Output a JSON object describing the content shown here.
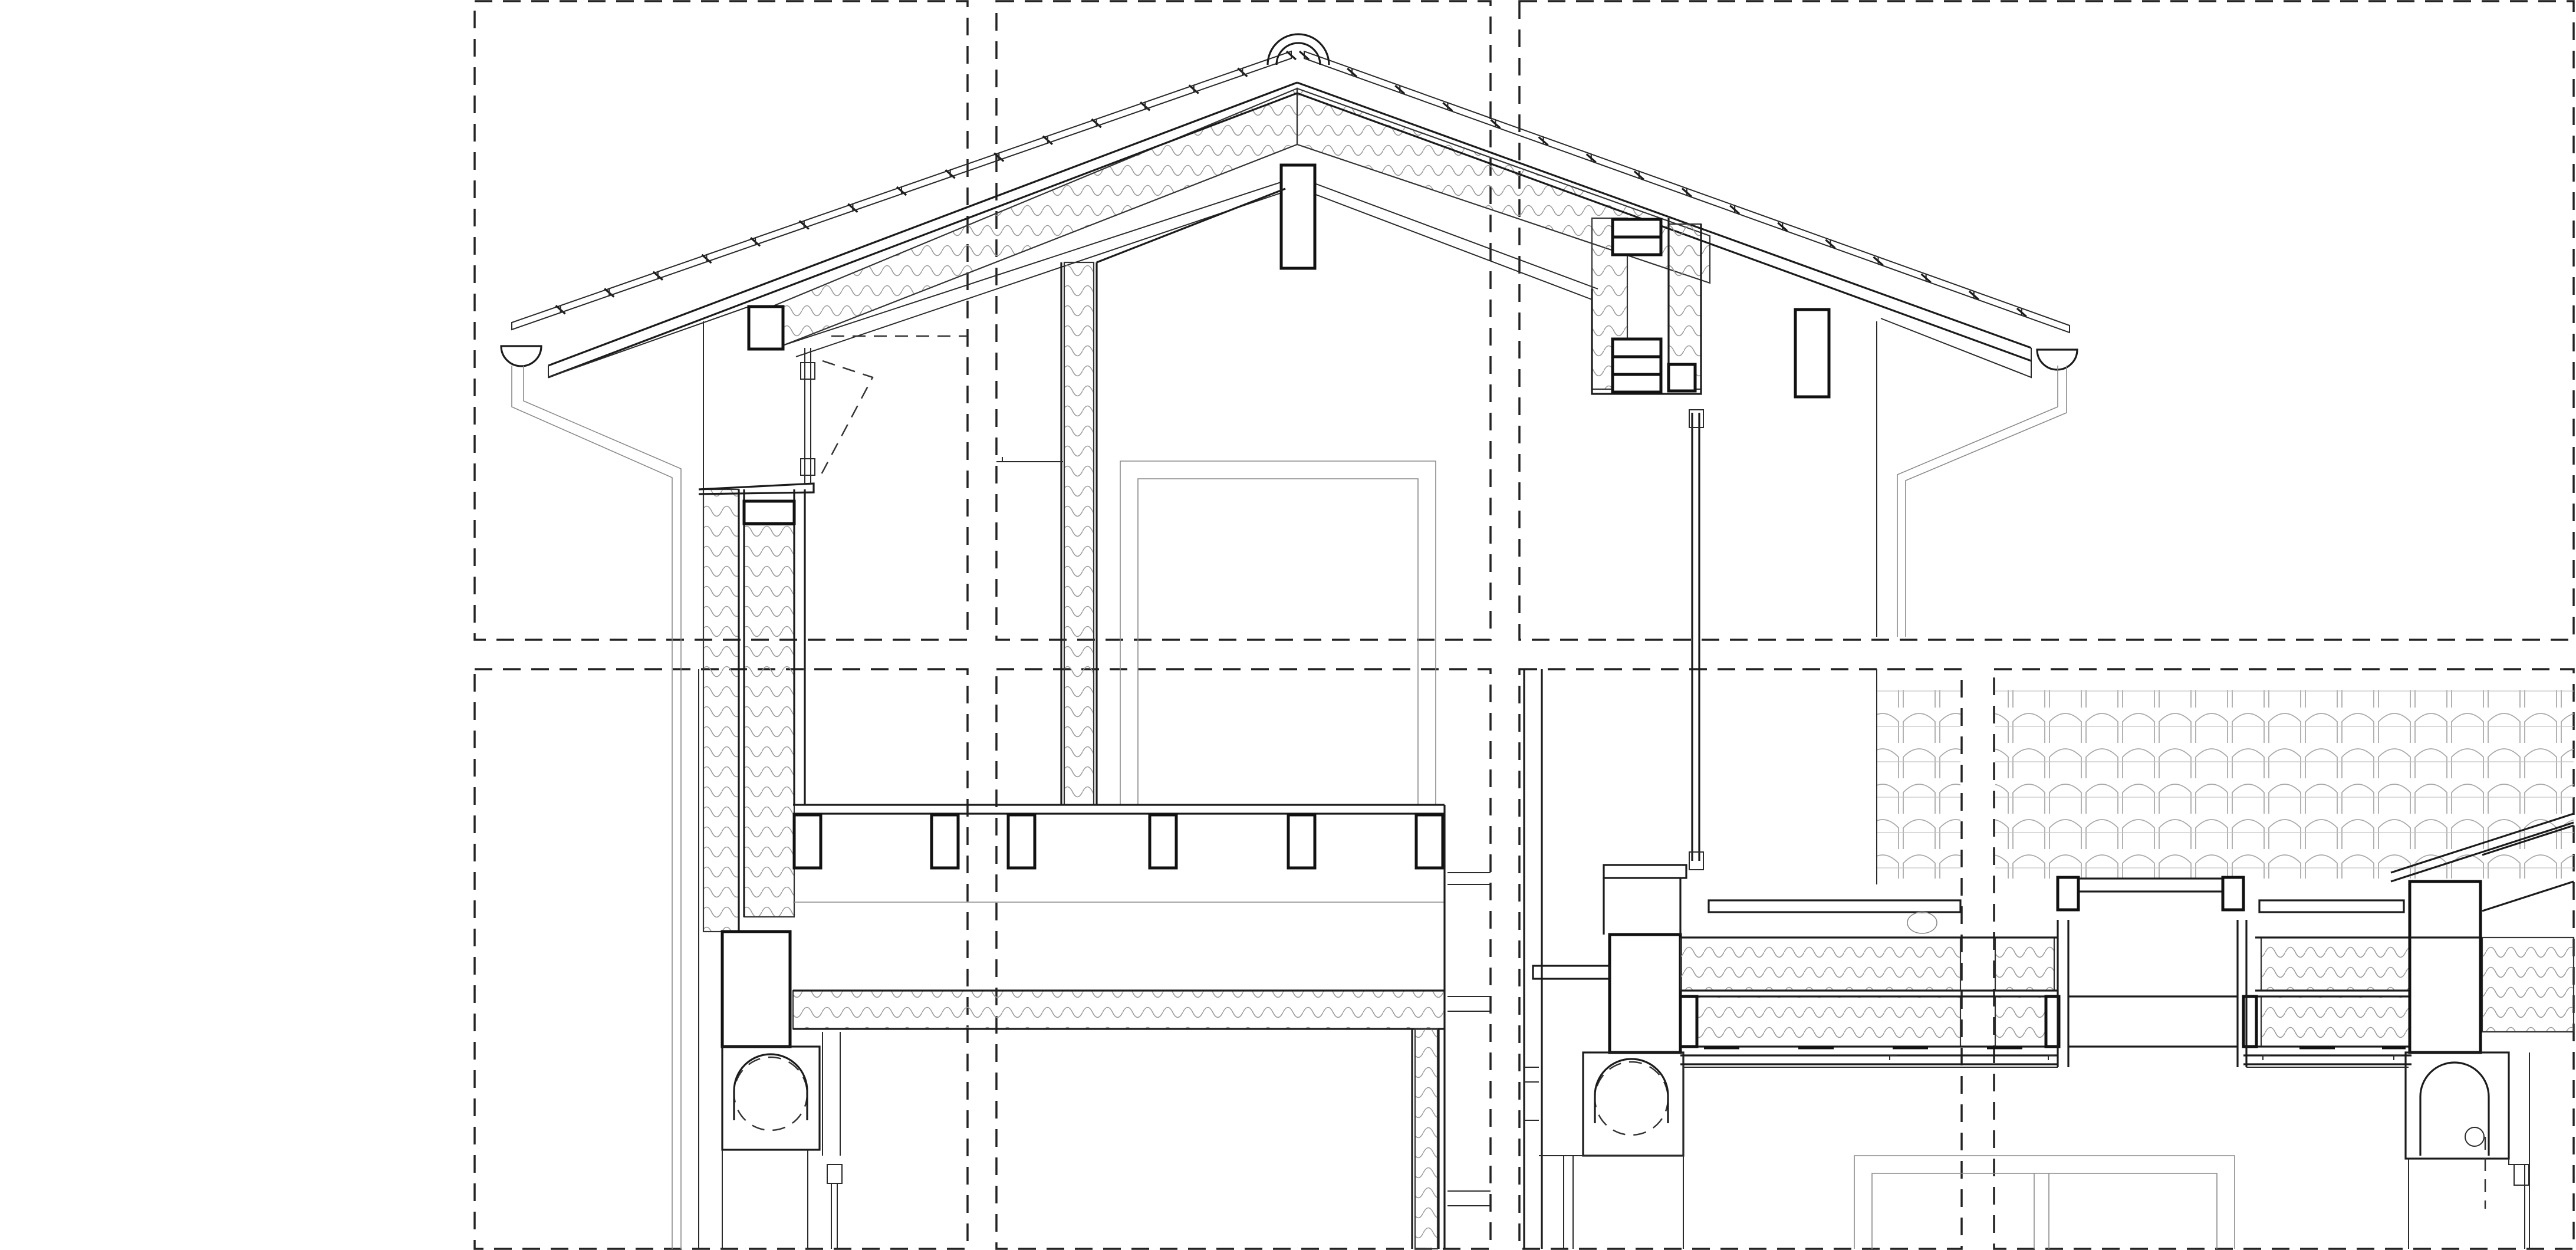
{
  "drawing": {
    "kind": "architectural building section",
    "background": "#ffffff",
    "line_color": "#1b1b1b",
    "labels": []
  },
  "sheet_grid": {
    "rows": 2,
    "columns": 3,
    "lower_right_panels": 2,
    "frame_style": "dashed"
  },
  "elements": [
    "roof-tiles",
    "roof-insulation",
    "ridge-cap",
    "gutter-left",
    "gutter-right",
    "downpipe-left",
    "downpipe-right",
    "ceiling-joists",
    "floor-slab",
    "window-frames",
    "door-opening",
    "skylight",
    "roof-tile-elevation"
  ]
}
